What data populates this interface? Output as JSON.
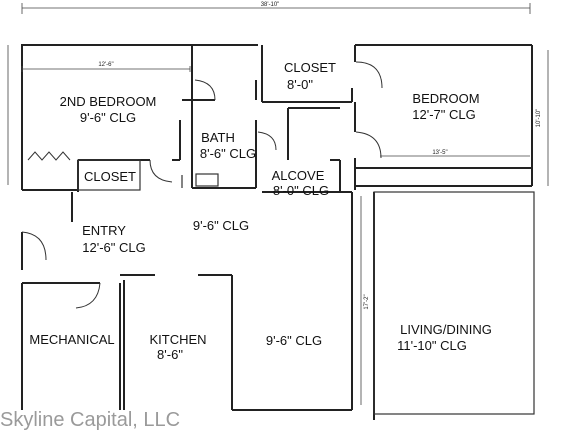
{
  "dimensions": {
    "overall_width": "38'-10\"",
    "second_bedroom_width": "12'-6\"",
    "bedroom_width": "13'-5\"",
    "bedroom_depth": "10'-10\"",
    "living_depth": "17'-2\""
  },
  "rooms": {
    "second_bedroom": {
      "name": "2ND BEDROOM",
      "ceiling": "9'-6\" CLG"
    },
    "closet_left": {
      "name": "CLOSET"
    },
    "closet_top": {
      "name": "CLOSET",
      "ceiling": "8'-0\""
    },
    "bath": {
      "name": "BATH",
      "ceiling": "8'-6\" CLG"
    },
    "bedroom": {
      "name": "BEDROOM",
      "ceiling": "12'-7\" CLG"
    },
    "alcove": {
      "name": "ALCOVE",
      "ceiling": "8'-0\" CLG"
    },
    "entry": {
      "name": "ENTRY",
      "ceiling": "12'-6\" CLG"
    },
    "hall": {
      "ceiling": "9'-6\" CLG"
    },
    "mechanical": {
      "name": "MECHANICAL"
    },
    "kitchen": {
      "name": "KITCHEN",
      "ceiling": "8'-6\""
    },
    "dining_passage": {
      "ceiling": "9'-6\" CLG"
    },
    "living_dining": {
      "name": "LIVING/DINING",
      "ceiling": "11'-10\" CLG"
    }
  },
  "watermark": "Skyline Capital, LLC"
}
